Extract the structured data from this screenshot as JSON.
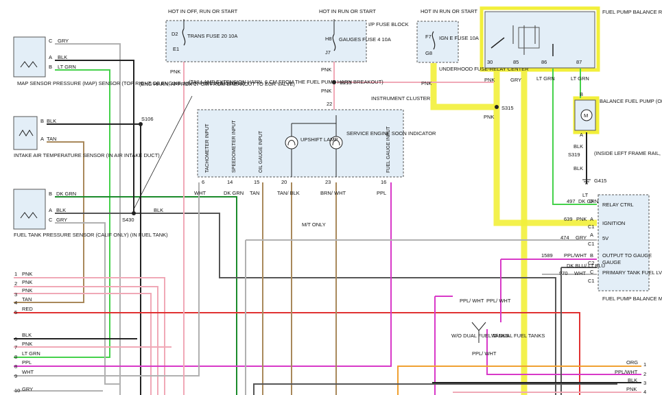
{
  "colors": {
    "gray": "#b0b0b0",
    "dark_gray": "#555555",
    "black": "#222222",
    "lt_grn": "#44d14a",
    "dk_grn": "#1a8a2a",
    "pink": "#f0a8b6",
    "pink_dark": "#e07890",
    "tan": "#a8885a",
    "red": "#e03030",
    "ppl": "#d838c8",
    "org": "#f0a030",
    "yellow": "#f2ef3a",
    "box_fill": "#e3eef7"
  },
  "top_sources": {
    "left": "HOT IN OFF, RUN OR START",
    "mid": "HOT IN RUN OR START",
    "right": "HOT IN RUN OR START"
  },
  "ip_fuse_block": {
    "label": "I/P FUSE BLOCK",
    "trans_fuse": {
      "pin_top": "D2",
      "pin_bottom": "E1",
      "name": "TRANS FUSE 20 10A"
    },
    "gauges_fuse": {
      "pin_top": "H8",
      "pin_bottom": "J7",
      "name": "GAUGES FUSE 4 10A"
    }
  },
  "underhood": {
    "label": "UNDERHOOD FUSE-RELAY CENTER",
    "fuse": {
      "pin_top": "F7",
      "pin_bottom": "G8",
      "name": "IGN E FUSE 10A"
    }
  },
  "relay": {
    "title": "FUEL PUMP BALANCE RELAY (ON FUEL PUMP BALANCE MODULE)",
    "pins": [
      "30",
      "85",
      "86",
      "87"
    ],
    "wires": [
      "PNK",
      "GRY",
      "LT GRN",
      "LT GRN"
    ]
  },
  "balance_pump": {
    "label": "BALANCE FUEL PUMP (ON INSIDE LEFT FRAME RAIL NEAR FRONT OF REAR TANK)",
    "pin_b": "B",
    "pin_a": "A",
    "motor": "M"
  },
  "ground": {
    "splice": "S319",
    "splice_desc": "(INSIDE LEFT FRAME RAIL, NEAR REAR CROSSMEMBER)",
    "ground_id": "G415",
    "wire": "BLK"
  },
  "sensors": {
    "map": {
      "label": "MAP SENSOR PRESSURE (MAP) SENSOR (TOP RIGHT OF ENGINE, NEAR FUEL INJECTORS)",
      "pins": [
        {
          "pin": "C",
          "wire": "GRY"
        },
        {
          "pin": "A",
          "wire": "BLK"
        },
        {
          "pin": "B",
          "wire": "LT GRN"
        }
      ]
    },
    "iat": {
      "label": "INTAKE AIR TEMPERATURE SENSOR (IN AIR INTAKE DUCT)",
      "pins": [
        {
          "pin": "B",
          "wire": "BLK"
        },
        {
          "pin": "A",
          "wire": "TAN"
        }
      ]
    },
    "ftp": {
      "label": "FUEL TANK PRESSURE SENSOR (CALIF ONLY) (IN FUEL TANK)",
      "pins": [
        {
          "pin": "B",
          "wire": "DK GRN"
        },
        {
          "pin": "A",
          "wire": "BLK"
        },
        {
          "pin": "C",
          "wire": "GRY"
        }
      ]
    }
  },
  "splices": {
    "s106": "S106",
    "s106_desc": "(ENG HARN, APPROX 17 CM FROM BREAKOUT TO EGR VALVE)",
    "s430": "S430",
    "s213": "S213",
    "s315": "S315",
    "taillamp_note": "(TAILLAMP EXTENSION HARN, 6 CM FROM THE FUEL PUMP HARN BREAKOUT)"
  },
  "cluster": {
    "label": "INSTRUMENT CLUSTER",
    "feed_pin": "22",
    "inputs": [
      {
        "name": "TACHOMETER INPUT",
        "pin": "6",
        "wire": "WHT"
      },
      {
        "name": "SPEEDOMETER INPUT",
        "pin": "14",
        "wire": "DK GRN"
      },
      {
        "name": "OIL GAUGE INPUT",
        "pin": "15",
        "wire": "TAN"
      },
      {
        "name": "",
        "pin": "20",
        "wire": "TAN/ BLK"
      },
      {
        "name": "",
        "pin": "23",
        "wire": "BRN/ WHT"
      },
      {
        "name": "FUEL GAUGE INPUT",
        "pin": "16",
        "wire": "PPL"
      }
    ],
    "upshift": "UPSHIFT LAMP",
    "ses": "SERVICE ENGINE SOON INDICATOR",
    "mt_note": "M/T ONLY"
  },
  "wire_labels": {
    "pnk_top": "PNK",
    "pnk_mid": "PNK",
    "pnk_s213": "PNK",
    "pnk_uh": "PNK",
    "pnk_s315": "PNK",
    "blk_s430": "BLK"
  },
  "balance_module": {
    "label": "FUEL PUMP BALANCE MODULE (INSIDE LEFT SIDE OF FRAME RAIL)",
    "pins": [
      {
        "circuit": "497",
        "wire": "DK GRN",
        "pin": "D",
        "name": "RELAY CTRL"
      },
      {
        "circuit": "639",
        "wire": "PNK",
        "pin": "A",
        "name": "IGNITION",
        "connector": "C1"
      },
      {
        "circuit": "474",
        "wire": "GRY",
        "pin": "A",
        "name": "5V",
        "connector": "C1"
      },
      {
        "circuit": "1589",
        "wire": "PPL/WHT",
        "pin": "B",
        "name": "OUTPUT TO GAUGE",
        "connector": "C2"
      },
      {
        "circuit": "",
        "wire": "DK BLU/ LT BLU",
        "pin": "",
        "name": "",
        "connector": "C2"
      },
      {
        "circuit": "970",
        "wire": "WHT",
        "pin": "C",
        "name": "PRIMARY TANK FUEL LVL SIG",
        "connector": "C1"
      }
    ],
    "lt_label": "LT"
  },
  "dual_tank": {
    "ppl_wht_left": "PPL/ WHT",
    "ppl_wht_right": "PPL/ WHT",
    "ppl_wht_bottom": "PPL/ WHT",
    "without": "W/O DUAL FUEL TANKS",
    "with": "W/ DUAL FUEL TANKS"
  },
  "left_connector": [
    {
      "pin": "1",
      "wire": "PNK"
    },
    {
      "pin": "2",
      "wire": "PNK"
    },
    {
      "pin": "3",
      "wire": "PNK"
    },
    {
      "pin": "4",
      "wire": "TAN"
    },
    {
      "pin": "5",
      "wire": "RED"
    },
    {
      "pin": "6",
      "wire": "BLK"
    },
    {
      "pin": "7",
      "wire": "PNK"
    },
    {
      "pin": "8",
      "wire": "LT GRN"
    },
    {
      "pin": "8",
      "wire": "PPL"
    },
    {
      "pin": "9",
      "wire": "WHT"
    },
    {
      "pin": "10",
      "wire": "GRY"
    }
  ],
  "right_connector": [
    {
      "pin": "1",
      "wire": "ORG"
    },
    {
      "pin": "2",
      "wire": "PPL/WHT"
    },
    {
      "pin": "3",
      "wire": "BLK"
    },
    {
      "pin": "4",
      "wire": "PNK"
    }
  ]
}
